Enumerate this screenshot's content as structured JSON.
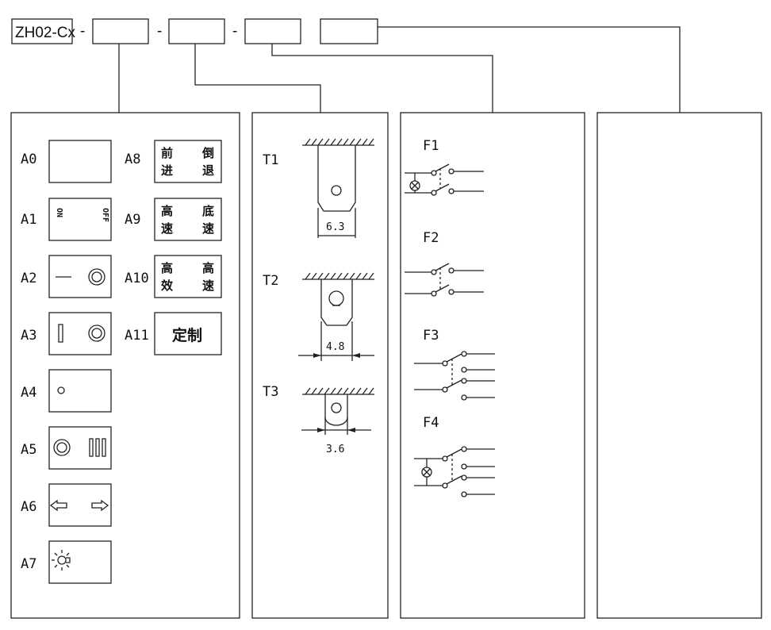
{
  "header": {
    "model": "ZH02-Cx",
    "dash": "-"
  },
  "panel_a": {
    "items": [
      {
        "code": "A0"
      },
      {
        "code": "A1",
        "left_text": "ON",
        "right_text": "OFF"
      },
      {
        "code": "A2"
      },
      {
        "code": "A3"
      },
      {
        "code": "A4"
      },
      {
        "code": "A5"
      },
      {
        "code": "A6"
      },
      {
        "code": "A7"
      },
      {
        "code": "A8",
        "chars": [
          "前",
          "倒",
          "进",
          "退"
        ]
      },
      {
        "code": "A9",
        "chars": [
          "高",
          "底",
          "速",
          "速"
        ]
      },
      {
        "code": "A10",
        "chars": [
          "高",
          "高",
          "效",
          "速"
        ]
      },
      {
        "code": "A11",
        "text": "定制"
      }
    ]
  },
  "panel_t": {
    "items": [
      {
        "code": "T1",
        "dimension": "6.3"
      },
      {
        "code": "T2",
        "dimension": "4.8"
      },
      {
        "code": "T3",
        "dimension": "3.6"
      }
    ]
  },
  "panel_f": {
    "items": [
      {
        "code": "F1"
      },
      {
        "code": "F2"
      },
      {
        "code": "F3"
      },
      {
        "code": "F4"
      }
    ]
  }
}
